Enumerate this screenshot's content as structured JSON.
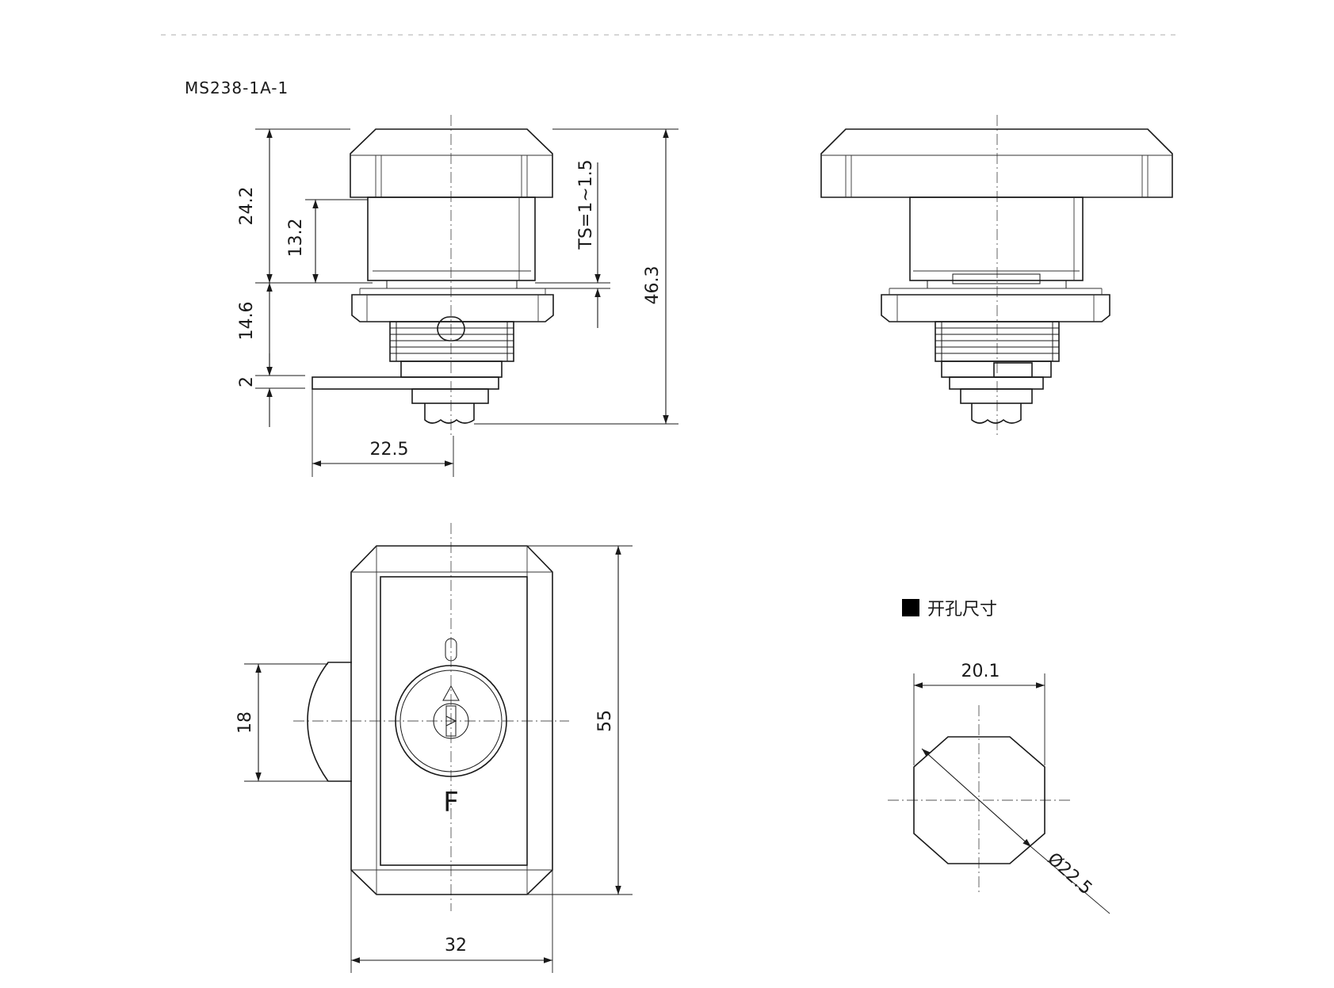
{
  "model_label": "MS238-1A-1",
  "cutout": {
    "title": "开孔尺寸",
    "marker_color": "#000000"
  },
  "dimensions": {
    "total_height": "46.3",
    "head_height": "24.2",
    "body_height": "13.2",
    "panel_thickness": "TS=1~1.5",
    "thread_length": "14.6",
    "cam_thickness": "2",
    "cam_length": "22.5",
    "cam_width": "18",
    "head_length": "55",
    "head_width": "32",
    "cutout_width": "20.1",
    "cutout_diameter": "Ø22.5"
  },
  "face_marks": {
    "top": "0",
    "bottom": "F"
  },
  "colors": {
    "line": "#1a1a1a",
    "separator": "#bdbdbd",
    "background": "#ffffff"
  }
}
